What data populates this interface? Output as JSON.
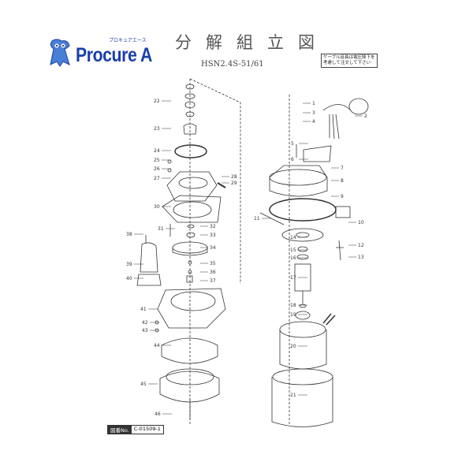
{
  "logo": {
    "brand": "Procure A",
    "kana": "プロキュアエース"
  },
  "header": {
    "title": "分解組立図",
    "model": "HSN2.4S-51/61",
    "note": "ケーブル延長は電圧降下を考慮して注文して下さい"
  },
  "footer": {
    "drawing_label": "図番No.",
    "drawing_number": "C-01509-1"
  },
  "parts_left": [
    "22",
    "23",
    "24",
    "25",
    "26",
    "27",
    "28",
    "29",
    "30",
    "31",
    "32",
    "33",
    "34",
    "35",
    "36",
    "37",
    "38",
    "39",
    "40",
    "41",
    "42",
    "43",
    "44",
    "45",
    "46"
  ],
  "parts_right": [
    "1",
    "2",
    "3",
    "4",
    "5",
    "6",
    "7",
    "8",
    "9",
    "10",
    "11",
    "12",
    "13",
    "14",
    "15",
    "16",
    "17",
    "18",
    "19",
    "20",
    "21"
  ],
  "colors": {
    "brand": "#1a3fa8",
    "line": "#333333"
  }
}
